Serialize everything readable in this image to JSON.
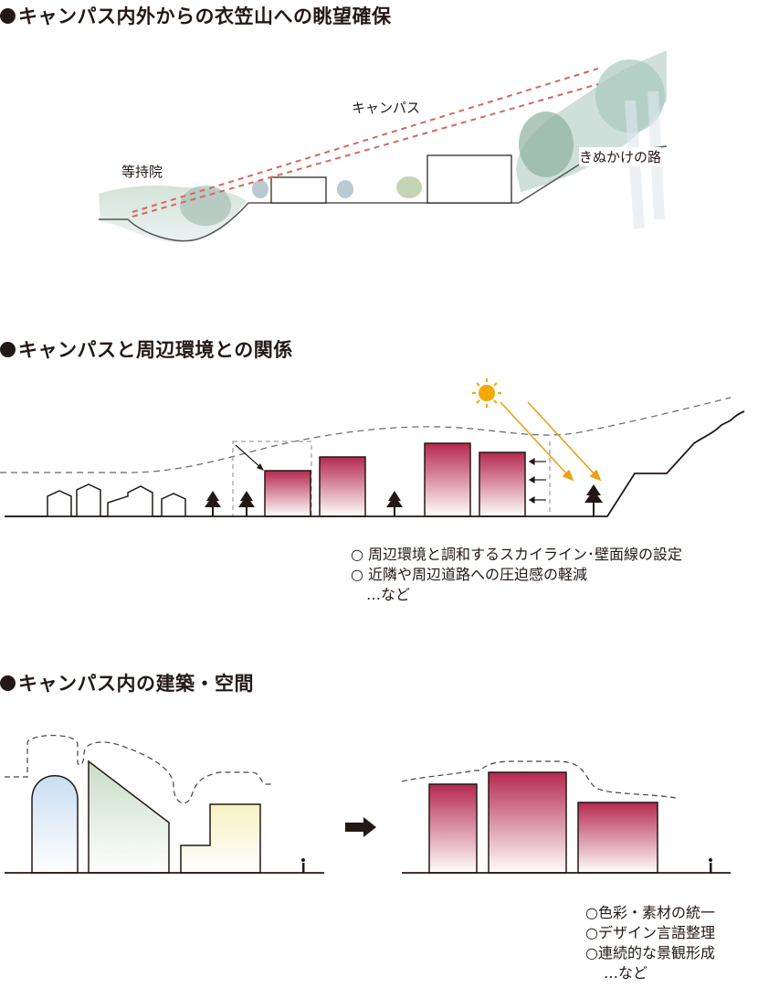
{
  "sections": [
    {
      "title": "キャンパス内外からの衣笠山への眺望確保",
      "labels": {
        "temple": "等持院",
        "campus": "キャンパス",
        "road": "きぬかけの路"
      }
    },
    {
      "title": "キャンパスと周辺環境との関係",
      "notes": [
        "○ 周辺環境と調和するスカイライン･壁面線の設定",
        "○ 近隣や周辺道路への圧迫感の軽減",
        "…など"
      ]
    },
    {
      "title": "キャンパス内の建築・空間",
      "notes": [
        "○色彩・素材の統一",
        "○デザイン言語整理",
        "○連続的な景観形成",
        "…など"
      ]
    }
  ],
  "colors": {
    "accent": "#b5294f",
    "sun": "#f5a800",
    "arrow": "#e8a21a",
    "text": "#231815"
  },
  "icons": [
    "sun-icon",
    "tree-icon",
    "arrow-right-icon",
    "person-icon"
  ]
}
